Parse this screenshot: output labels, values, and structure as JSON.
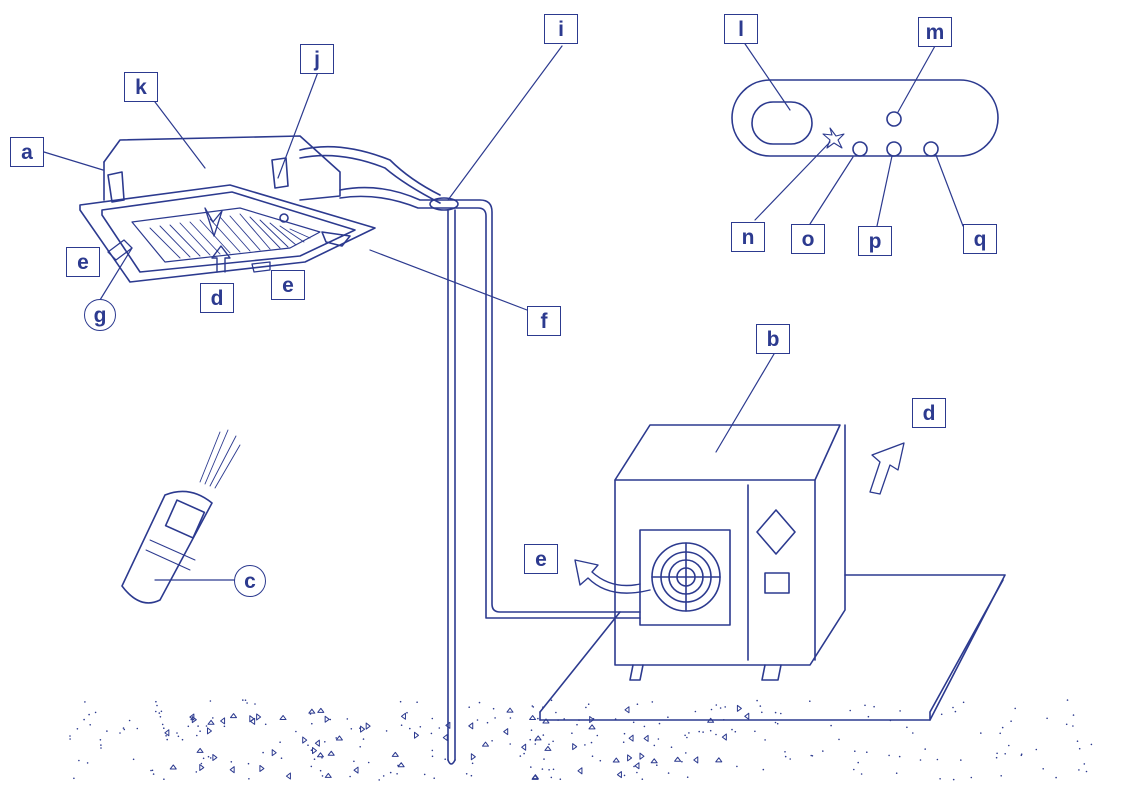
{
  "diagram": {
    "line_color": "#2c3a8f",
    "labels": {
      "a": "a",
      "b": "b",
      "c": "c",
      "d_indoor": "d",
      "d_outdoor": "d",
      "e_left": "e",
      "e_bottom": "e",
      "e_outdoor": "e",
      "f": "f",
      "g": "g",
      "i": "i",
      "j": "j",
      "k": "k",
      "l": "l",
      "m": "m",
      "n": "n",
      "o": "o",
      "p": "p",
      "q": "q"
    },
    "icons": [
      "indoor-cassette-unit",
      "outdoor-unit",
      "remote-control",
      "control-panel",
      "refrigerant-pipe",
      "drain-pipe",
      "airflow-arrow",
      "mounting-slab",
      "ground-gravel"
    ]
  }
}
